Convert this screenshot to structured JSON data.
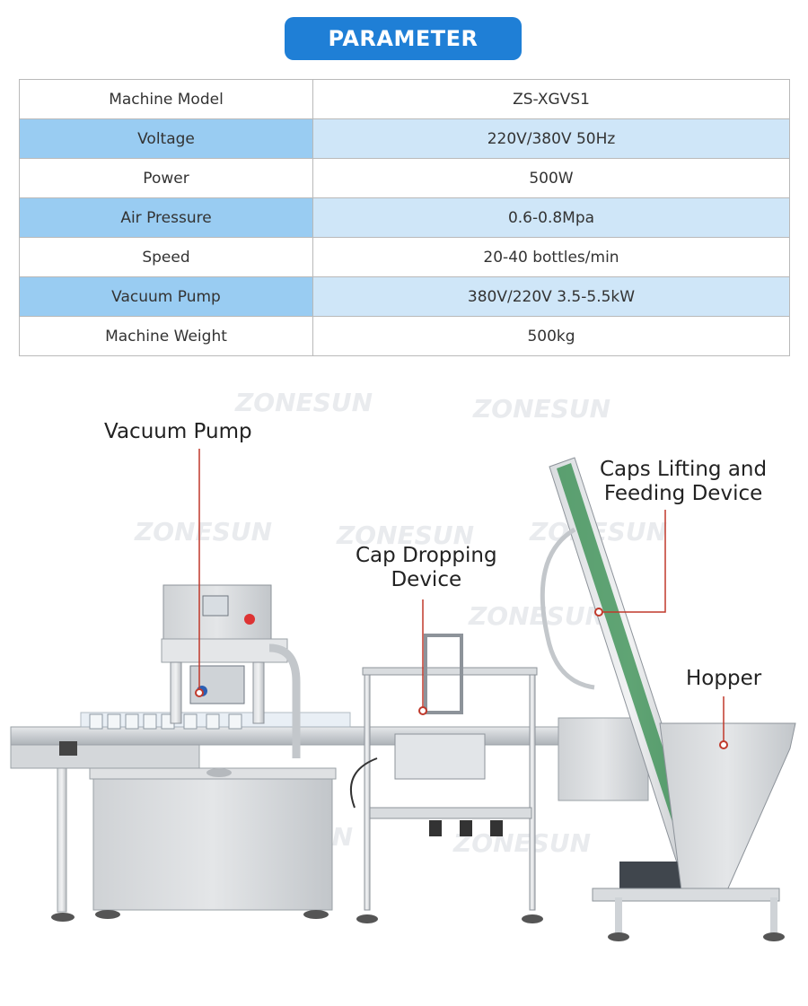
{
  "header": {
    "title": "PARAMETER"
  },
  "parameters": [
    {
      "label": "Machine Model",
      "value": "ZS-XGVS1"
    },
    {
      "label": "Voltage",
      "value": "220V/380V 50Hz"
    },
    {
      "label": "Power",
      "value": "500W"
    },
    {
      "label": "Air Pressure",
      "value": "0.6-0.8Mpa"
    },
    {
      "label": "Speed",
      "value": "20-40 bottles/min"
    },
    {
      "label": "Vacuum Pump",
      "value": "380V/220V 3.5-5.5kW"
    },
    {
      "label": "Machine Weight",
      "value": "500kg"
    }
  ],
  "callouts": {
    "vacuum_pump": "Vacuum Pump",
    "caps_lifting_line1": "Caps Lifting and",
    "caps_lifting_line2": "Feeding Device",
    "cap_dropping_line1": "Cap Dropping",
    "cap_dropping_line2": "Device",
    "hopper": "Hopper"
  },
  "watermark": "ZONESUN",
  "colors": {
    "header_bg": "#1f7fd6",
    "row_label_alt": "#99ccf2",
    "row_value_alt": "#cfe6f8",
    "callout_line": "#c0392b"
  }
}
